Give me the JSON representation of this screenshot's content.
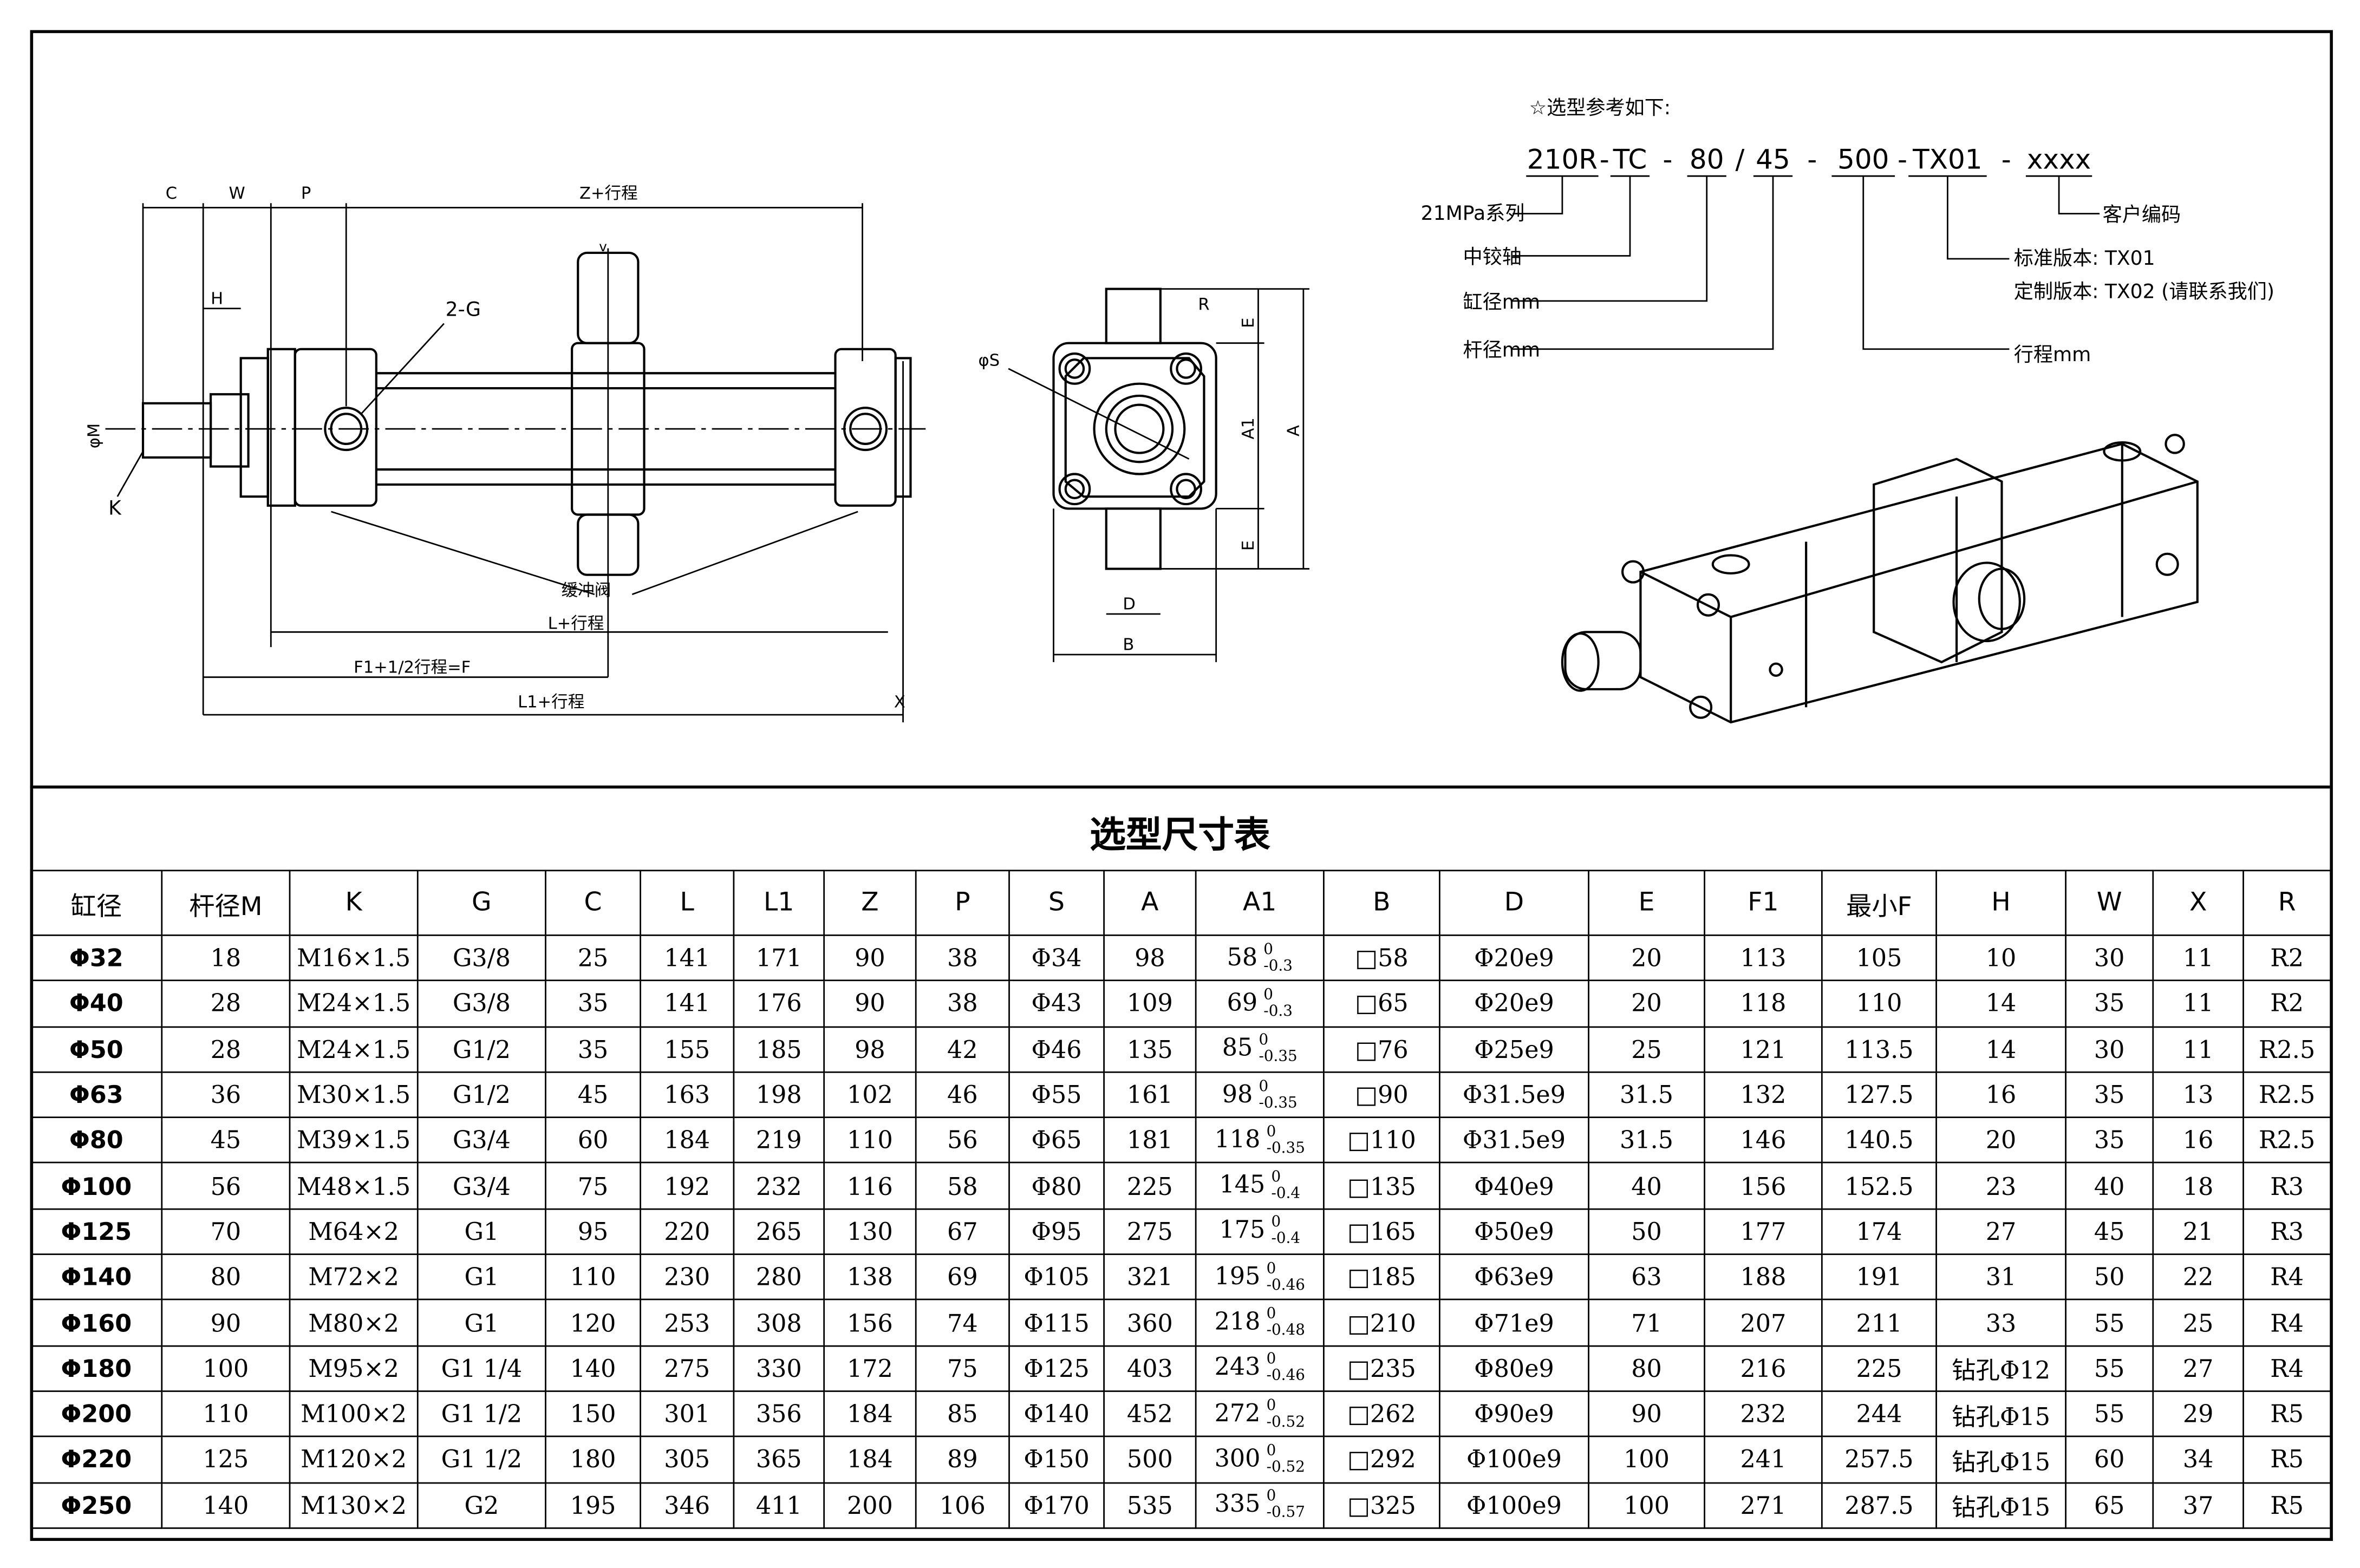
{
  "drawing": {
    "side": {
      "C": "C",
      "W": "W",
      "P": "P",
      "Z": "Z+行程",
      "H": "H",
      "G": "2-G",
      "M": "φM",
      "K": "K",
      "valve": "缓冲阀",
      "L": "L+行程",
      "F": "F1+1/2行程=F",
      "L1": "L1+行程",
      "X": "X",
      "V": "v"
    },
    "end": {
      "S": "φS",
      "R": "R",
      "E1": "E",
      "A1": "A1",
      "A": "A",
      "E2": "E",
      "D": "D",
      "B": "B"
    }
  },
  "guide": {
    "title": "☆选型参考如下:",
    "code": [
      "210R",
      "-",
      "TC",
      "-",
      "80",
      "/",
      "45",
      "-",
      "500",
      "-",
      "TX01",
      "-",
      "xxxx"
    ],
    "labels": {
      "series": "21MPa系列",
      "mount": "中铰轴",
      "bore": "缸径mm",
      "rod": "杆径mm",
      "customer": "客户编码",
      "standard": "标准版本: TX01",
      "custom": "定制版本: TX02 (请联系我们)",
      "stroke": "行程mm"
    }
  },
  "table": {
    "title": "选型尺寸表",
    "headers": [
      "缸径",
      "杆径M",
      "K",
      "G",
      "C",
      "L",
      "L1",
      "Z",
      "P",
      "S",
      "A",
      "A1",
      "B",
      "D",
      "E",
      "F1",
      "最小F",
      "H",
      "W",
      "X",
      "R"
    ],
    "rows": [
      [
        "Φ32",
        "18",
        "M16×1.5",
        "G3/8",
        "25",
        "141",
        "171",
        "90",
        "38",
        "Φ34",
        "98",
        {
          "v": "58",
          "u": "0",
          "l": "-0.3"
        },
        "□58",
        "Φ20e9",
        "20",
        "113",
        "105",
        "10",
        "30",
        "11",
        "R2"
      ],
      [
        "Φ40",
        "28",
        "M24×1.5",
        "G3/8",
        "35",
        "141",
        "176",
        "90",
        "38",
        "Φ43",
        "109",
        {
          "v": "69",
          "u": "0",
          "l": "-0.3"
        },
        "□65",
        "Φ20e9",
        "20",
        "118",
        "110",
        "14",
        "35",
        "11",
        "R2"
      ],
      [
        "Φ50",
        "28",
        "M24×1.5",
        "G1/2",
        "35",
        "155",
        "185",
        "98",
        "42",
        "Φ46",
        "135",
        {
          "v": "85",
          "u": "0",
          "l": "-0.35"
        },
        "□76",
        "Φ25e9",
        "25",
        "121",
        "113.5",
        "14",
        "30",
        "11",
        "R2.5"
      ],
      [
        "Φ63",
        "36",
        "M30×1.5",
        "G1/2",
        "45",
        "163",
        "198",
        "102",
        "46",
        "Φ55",
        "161",
        {
          "v": "98",
          "u": "0",
          "l": "-0.35"
        },
        "□90",
        "Φ31.5e9",
        "31.5",
        "132",
        "127.5",
        "16",
        "35",
        "13",
        "R2.5"
      ],
      [
        "Φ80",
        "45",
        "M39×1.5",
        "G3/4",
        "60",
        "184",
        "219",
        "110",
        "56",
        "Φ65",
        "181",
        {
          "v": "118",
          "u": "0",
          "l": "-0.35"
        },
        "□110",
        "Φ31.5e9",
        "31.5",
        "146",
        "140.5",
        "20",
        "35",
        "16",
        "R2.5"
      ],
      [
        "Φ100",
        "56",
        "M48×1.5",
        "G3/4",
        "75",
        "192",
        "232",
        "116",
        "58",
        "Φ80",
        "225",
        {
          "v": "145",
          "u": "0",
          "l": "-0.4"
        },
        "□135",
        "Φ40e9",
        "40",
        "156",
        "152.5",
        "23",
        "40",
        "18",
        "R3"
      ],
      [
        "Φ125",
        "70",
        "M64×2",
        "G1",
        "95",
        "220",
        "265",
        "130",
        "67",
        "Φ95",
        "275",
        {
          "v": "175",
          "u": "0",
          "l": "-0.4"
        },
        "□165",
        "Φ50e9",
        "50",
        "177",
        "174",
        "27",
        "45",
        "21",
        "R3"
      ],
      [
        "Φ140",
        "80",
        "M72×2",
        "G1",
        "110",
        "230",
        "280",
        "138",
        "69",
        "Φ105",
        "321",
        {
          "v": "195",
          "u": "0",
          "l": "-0.46"
        },
        "□185",
        "Φ63e9",
        "63",
        "188",
        "191",
        "31",
        "50",
        "22",
        "R4"
      ],
      [
        "Φ160",
        "90",
        "M80×2",
        "G1",
        "120",
        "253",
        "308",
        "156",
        "74",
        "Φ115",
        "360",
        {
          "v": "218",
          "u": "0",
          "l": "-0.48"
        },
        "□210",
        "Φ71e9",
        "71",
        "207",
        "211",
        "33",
        "55",
        "25",
        "R4"
      ],
      [
        "Φ180",
        "100",
        "M95×2",
        "G1 1/4",
        "140",
        "275",
        "330",
        "172",
        "75",
        "Φ125",
        "403",
        {
          "v": "243",
          "u": "0",
          "l": "-0.46"
        },
        "□235",
        "Φ80e9",
        "80",
        "216",
        "225",
        "钻孔Φ12",
        "55",
        "27",
        "R4"
      ],
      [
        "Φ200",
        "110",
        "M100×2",
        "G1 1/2",
        "150",
        "301",
        "356",
        "184",
        "85",
        "Φ140",
        "452",
        {
          "v": "272",
          "u": "0",
          "l": "-0.52"
        },
        "□262",
        "Φ90e9",
        "90",
        "232",
        "244",
        "钻孔Φ15",
        "55",
        "29",
        "R5"
      ],
      [
        "Φ220",
        "125",
        "M120×2",
        "G1 1/2",
        "180",
        "305",
        "365",
        "184",
        "89",
        "Φ150",
        "500",
        {
          "v": "300",
          "u": "0",
          "l": "-0.52"
        },
        "□292",
        "Φ100e9",
        "100",
        "241",
        "257.5",
        "钻孔Φ15",
        "60",
        "34",
        "R5"
      ],
      [
        "Φ250",
        "140",
        "M130×2",
        "G2",
        "195",
        "346",
        "411",
        "200",
        "106",
        "Φ170",
        "535",
        {
          "v": "335",
          "u": "0",
          "l": "-0.57"
        },
        "□325",
        "Φ100e9",
        "100",
        "271",
        "287.5",
        "钻孔Φ15",
        "65",
        "37",
        "R5"
      ]
    ]
  }
}
